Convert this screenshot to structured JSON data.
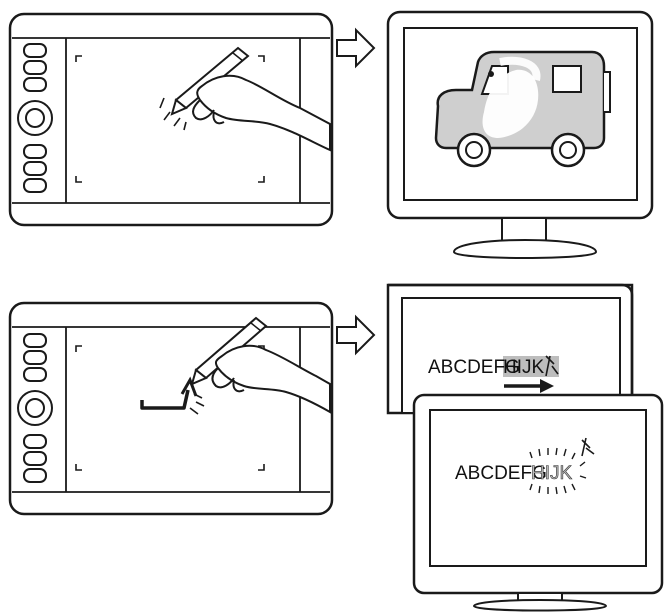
{
  "panel_top": {
    "tablet": {
      "express_keys": [
        "key",
        "key",
        "key",
        "ring",
        "key",
        "key",
        "key"
      ]
    },
    "monitor": {
      "screen_content": "van-drawing-erased"
    }
  },
  "panel_bottom": {
    "tablet": {
      "express_keys": [
        "key",
        "key",
        "key",
        "ring",
        "key",
        "key",
        "key"
      ],
      "gesture": "flick-up-right"
    },
    "monitor_back": {
      "text_plain": "ABCDEFG",
      "text_selected": "HIJK"
    },
    "monitor_front": {
      "text_plain": "ABCDEFG",
      "text_erased": "HIJK"
    }
  },
  "colors": {
    "outline": "#1a1a1a",
    "fill": "#ffffff",
    "van_body": "#cfcfcf",
    "highlight": "#bdbdbd"
  },
  "icons": [
    "arrow-right-icon",
    "pen-icon",
    "hand-icon",
    "cursor-eraser-icon"
  ]
}
